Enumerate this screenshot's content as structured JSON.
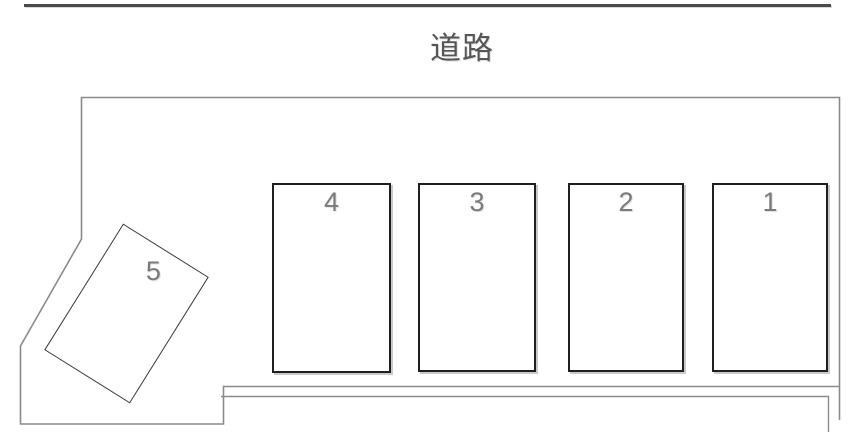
{
  "diagram": {
    "road_label": "道路",
    "spaces": [
      {
        "label": "1"
      },
      {
        "label": "2"
      },
      {
        "label": "3"
      },
      {
        "label": "4"
      },
      {
        "label": "5"
      }
    ],
    "colors": {
      "road_line": "#4a4a4a",
      "road_text": "#565656",
      "boundary_line": "#8a8a8a",
      "stall_border": "#1f1f1f",
      "stall_number_text": "#7a7a7a"
    }
  }
}
